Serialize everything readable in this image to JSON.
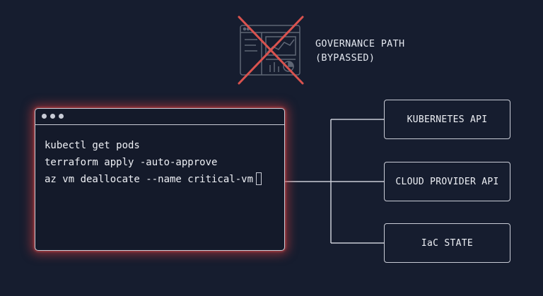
{
  "governance": {
    "label_line1": "GOVERNANCE PATH",
    "label_line2": "(BYPASSED)",
    "icon": "dashboard-icon",
    "status_icon": "cross-icon",
    "cross_color": "#d9534f"
  },
  "terminal": {
    "icon": "terminal-window-icon",
    "lines": [
      "kubectl get pods",
      "terraform apply -auto-approve",
      "az vm deallocate --name critical-vm"
    ],
    "glow_color": "#d23c3c"
  },
  "endpoints": [
    {
      "label": "KUBERNETES API"
    },
    {
      "label": "CLOUD PROVIDER API"
    },
    {
      "label": "IaC STATE"
    }
  ]
}
